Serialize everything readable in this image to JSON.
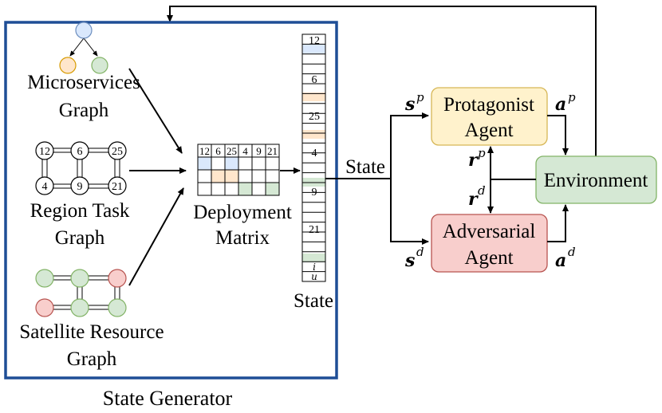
{
  "state_generator": {
    "title": "State Generator",
    "microservices_graph": {
      "label_line1": "Microservices",
      "label_line2": "Graph"
    },
    "region_task_graph": {
      "label_line1": "Region Task",
      "label_line2": "Graph",
      "nodes": [
        "12",
        "6",
        "25",
        "4",
        "9",
        "21"
      ]
    },
    "satellite_resource_graph": {
      "label_line1": "Satellite Resource",
      "label_line2": "Graph"
    },
    "deployment_matrix": {
      "label_line1": "Deployment",
      "label_line2": "Matrix",
      "header": [
        "12",
        "6",
        "25",
        "4",
        "9",
        "21"
      ]
    },
    "state_vector": {
      "label": "State",
      "cells": [
        "12",
        "6",
        "25",
        "4",
        "9",
        "21"
      ],
      "bottom_i": "i",
      "bottom_u": "u"
    }
  },
  "state_label": "State",
  "protagonist": {
    "line1": "Protagonist",
    "line2": "Agent"
  },
  "adversarial": {
    "line1": "Adversarial",
    "line2": "Agent"
  },
  "environment": {
    "label": "Environment"
  },
  "math": {
    "s_p_base": "s",
    "s_p_sup": "p",
    "s_d_base": "s",
    "s_d_sup": "d",
    "a_p_base": "a",
    "a_p_sup": "p",
    "a_d_base": "a",
    "a_d_sup": "d",
    "r_p_base": "r",
    "r_p_sup": "p",
    "r_d_base": "r",
    "r_d_sup": "d"
  },
  "colors": {
    "frame": "#1f4e96",
    "blue": "#dae8fc",
    "blue_stroke": "#6c8ebf",
    "orange": "#ffe6cc",
    "orange_stroke": "#d79b00",
    "green": "#d5e8d4",
    "green_stroke": "#82b366",
    "yellow": "#fff2cc",
    "yellow_stroke": "#d6b656",
    "red": "#f8cecc",
    "red_stroke": "#b85450"
  }
}
